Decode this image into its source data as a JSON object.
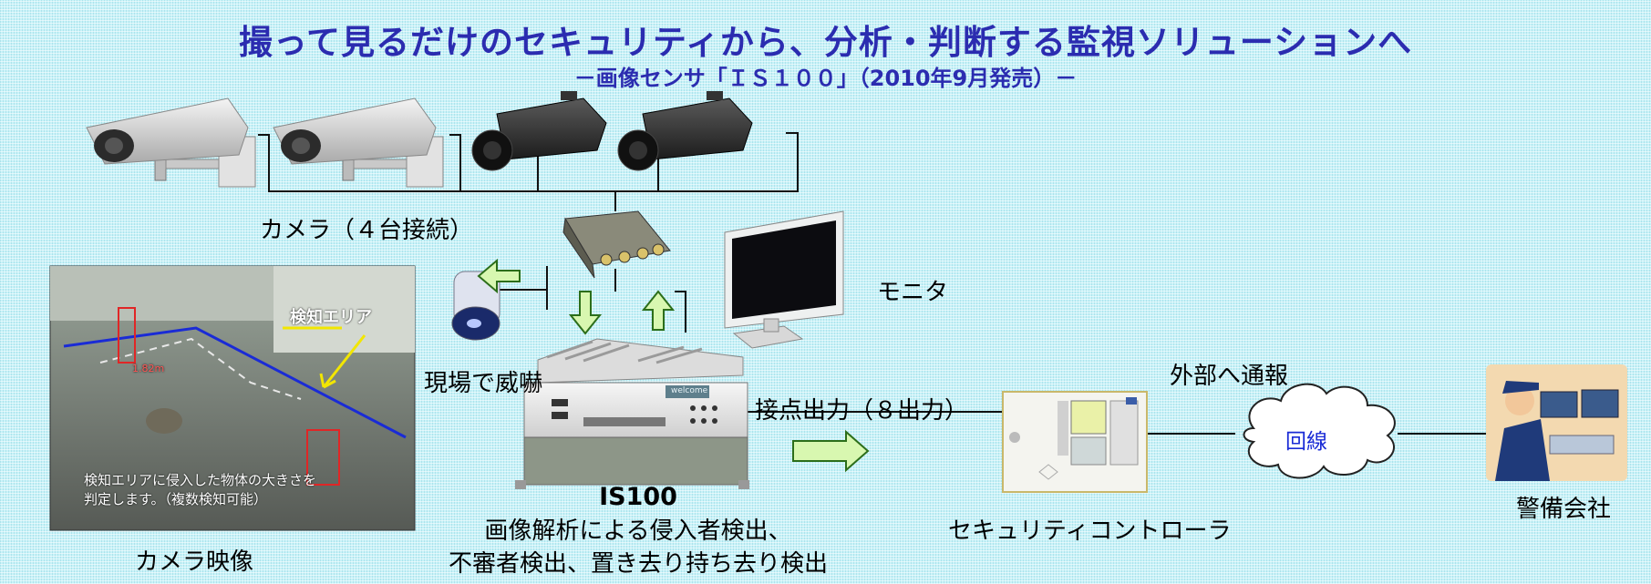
{
  "title": "撮って見るだけのセキュリティから、分析・判断する監視ソリューションへ",
  "subtitle": "－画像センサ「ＩＳ１００」（2010年9月発売）－",
  "labels": {
    "cameras": "カメラ（４台接続）",
    "monitor": "モニタ",
    "deterrent": "現場で威嚇",
    "contact_output": "接点出力（８出力）",
    "external_report": "外部へ通報",
    "line": "回線",
    "security_company": "警備会社",
    "controller": "セキュリティコントローラ",
    "camera_footage": "カメラ映像",
    "is100": "IS100",
    "is100_desc_1": "画像解析による侵入者検出、",
    "is100_desc_2": "不審者検出、置き去り持ち去り検出"
  },
  "footage": {
    "area_label": "検知エリア",
    "size_label": "1.82m",
    "caption_1": "検知エリアに侵入した物体の大きさを",
    "caption_2": "判定します。（複数検知可能）"
  },
  "device": {
    "brand": "welcome"
  },
  "colors": {
    "title": "#2b2cb0",
    "arrow_fill": "#d8f7b0",
    "arrow_stroke": "#2c6e1a",
    "background": "#c8f2f8"
  }
}
